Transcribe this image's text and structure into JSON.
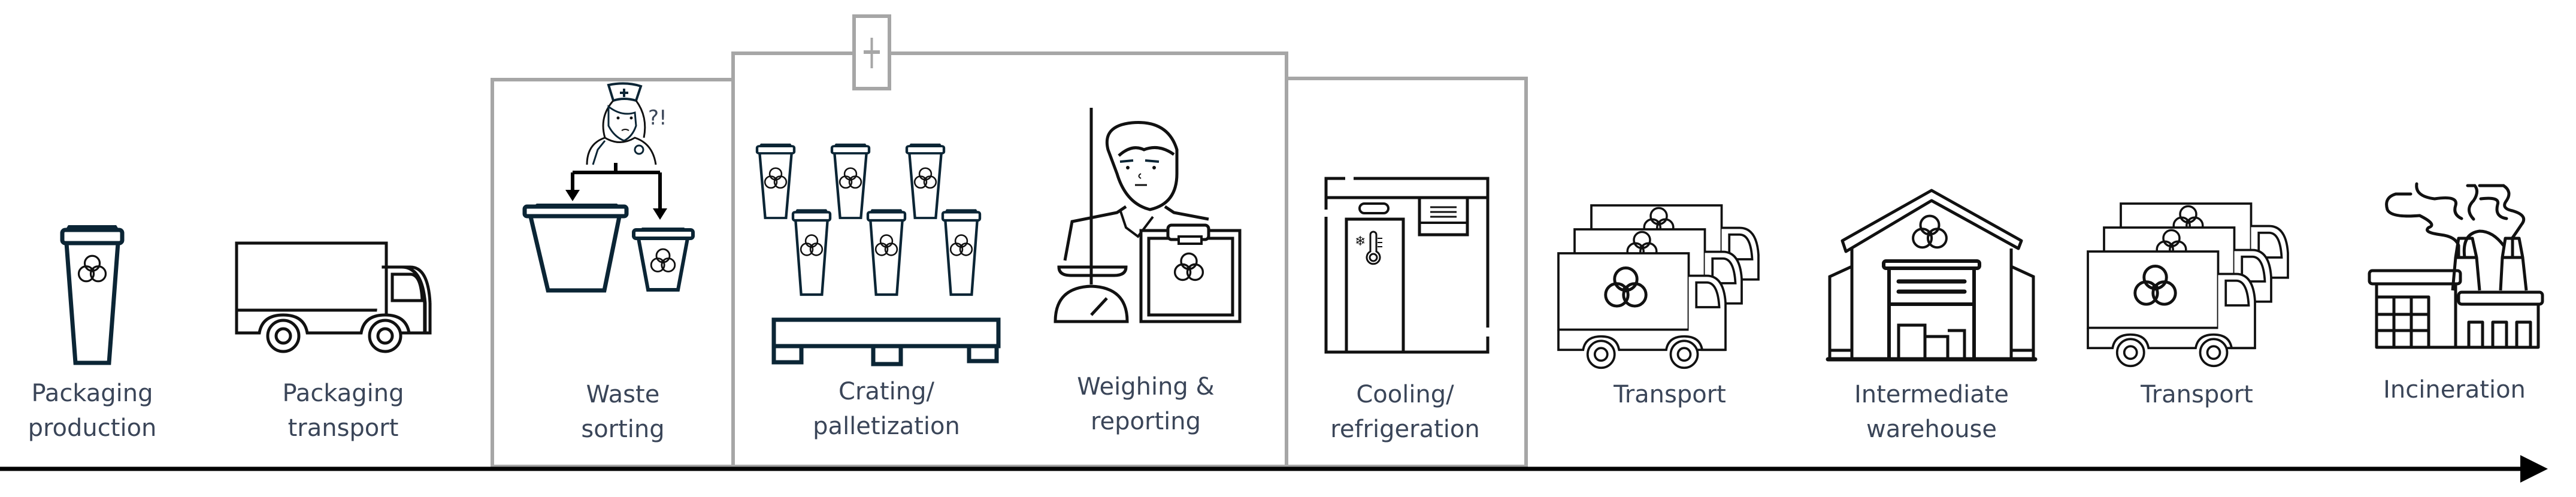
{
  "diagram": {
    "type": "process-flow",
    "direction": "left-to-right",
    "colors": {
      "label_text": "#3a4558",
      "icon_dark": "#0b2535",
      "icon_black": "#111111",
      "group_frame": "#a6a6a6",
      "axis_arrow": "#000000"
    },
    "steps": [
      {
        "id": "packaging-production",
        "lines": [
          "Packaging",
          "production"
        ],
        "icon": "biohazard-container-icon",
        "grouped": false
      },
      {
        "id": "packaging-transport",
        "lines": [
          "Packaging",
          "transport"
        ],
        "icon": "truck-icon",
        "grouped": false
      },
      {
        "id": "waste-sorting",
        "lines": [
          "Waste",
          "sorting"
        ],
        "icon": "nurse-sorting-waste-icon",
        "annotation": "?!",
        "grouped": true
      },
      {
        "id": "crating-palletization",
        "lines": [
          "Crating/",
          "palletization"
        ],
        "icon": "pallet-containers-icon",
        "grouped": true
      },
      {
        "id": "weighing-reporting",
        "lines": [
          "Weighing &",
          "reporting"
        ],
        "icon": "person-scale-clipboard-icon",
        "grouped": true
      },
      {
        "id": "cooling-refrigeration",
        "lines": [
          "Cooling/",
          "refrigeration"
        ],
        "icon": "refrigeration-unit-icon",
        "grouped": true
      },
      {
        "id": "transport-1",
        "lines": [
          "Transport"
        ],
        "icon": "biohazard-truck-fleet-icon",
        "grouped": false
      },
      {
        "id": "intermediate-warehouse",
        "lines": [
          "Intermediate",
          "warehouse"
        ],
        "icon": "biohazard-warehouse-icon",
        "grouped": false
      },
      {
        "id": "transport-2",
        "lines": [
          "Transport"
        ],
        "icon": "biohazard-truck-fleet-icon",
        "grouped": false
      },
      {
        "id": "incineration",
        "lines": [
          "Incineration"
        ],
        "icon": "incineration-plant-icon",
        "grouped": false
      }
    ],
    "group": {
      "expand_symbol": "+",
      "label": ""
    }
  }
}
